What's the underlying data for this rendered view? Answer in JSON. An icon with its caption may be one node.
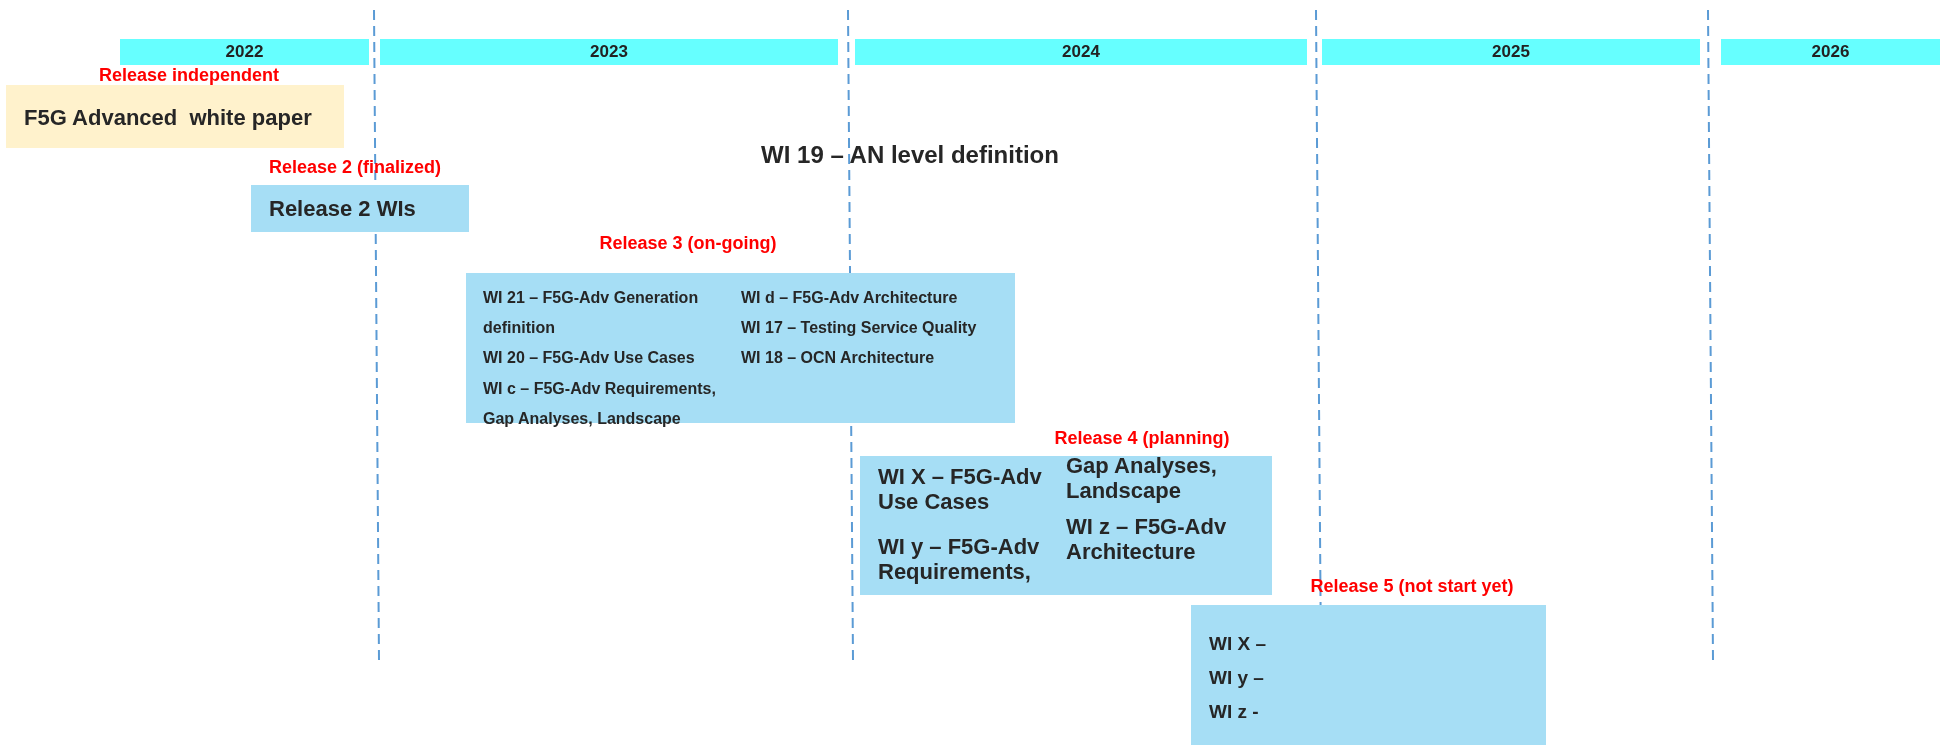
{
  "diagram": {
    "nodes": [
      {
        "text": [
          "2022"
        ]
      },
      {
        "text": [
          "2023"
        ]
      },
      {
        "text": [
          "2024"
        ]
      },
      {
        "text": [
          "2025"
        ]
      },
      {
        "text": [
          "2026"
        ]
      },
      {
        "text": [
          "Release independent",
          "F5G Advanced  white paper"
        ]
      },
      {
        "text": [
          "Release 2 (finalized)",
          "Release 2 WIs"
        ]
      },
      {
        "text": [
          "Release 3 (on-going)",
          "WI 21 – F5G-Adv Generation definition",
          "WI 20 – F5G-Adv Use Cases",
          "WI c – F5G-Adv Requirements, Gap Analyses, Landscape",
          "WI d – F5G-Adv Architecture",
          "WI 17 – Testing Service Quality",
          "WI 18 – OCN Architecture"
        ]
      },
      {
        "text": [
          "Release 4 (planning)",
          "WI X – F5G-Adv Use Cases",
          "WI y – F5G-Adv Requirements,",
          "Gap Analyses, Landscape",
          "WI z – F5G-Adv Architecture"
        ]
      },
      {
        "text": [
          "Release 5 (not start yet)",
          "WI X –",
          "WI y –",
          "WI z -"
        ]
      }
    ],
    "edges": [],
    "labels": [
      "WI 19 – AN level definition"
    ]
  }
}
